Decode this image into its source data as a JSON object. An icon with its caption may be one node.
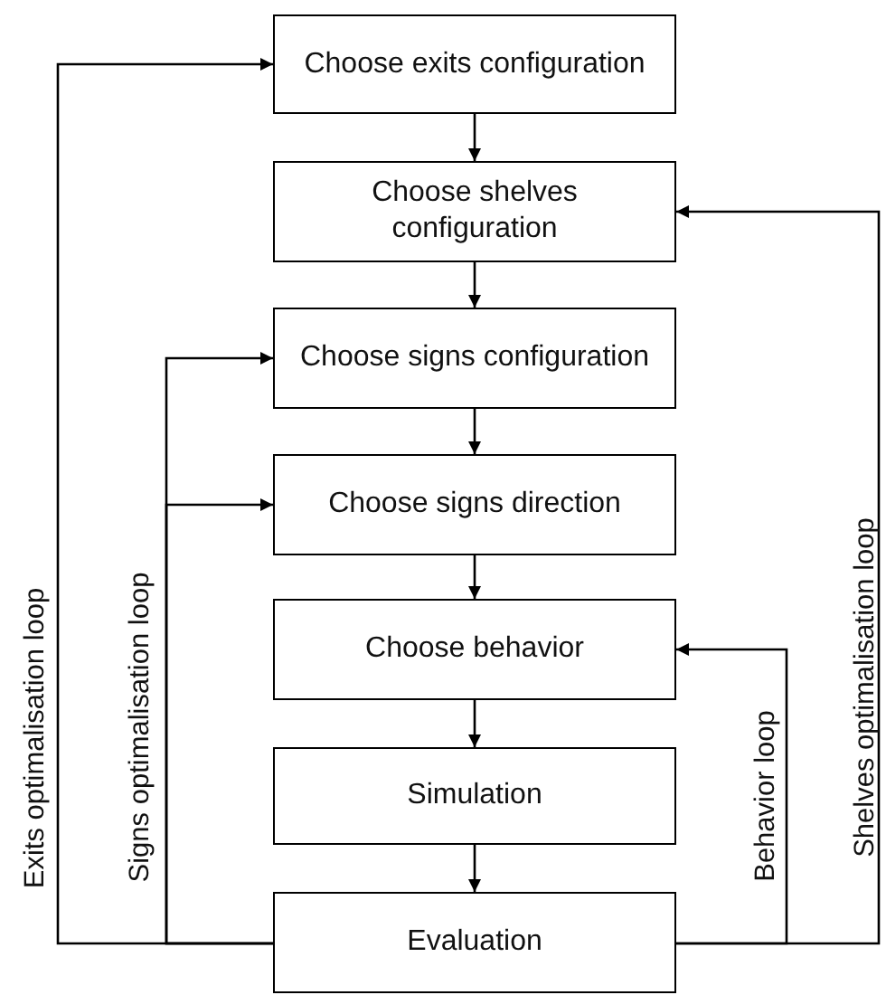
{
  "diagram": {
    "nodes": [
      {
        "text": [
          "Choose exits configuration"
        ]
      },
      {
        "text": [
          "Choose shelves configuration"
        ]
      },
      {
        "text": [
          "Choose signs configuration"
        ]
      },
      {
        "text": [
          "Choose signs direction"
        ]
      },
      {
        "text": [
          "Choose behavior"
        ]
      },
      {
        "text": [
          "Simulation"
        ]
      },
      {
        "text": [
          "Evaluation"
        ]
      }
    ],
    "edges": [
      {
        "from": 0,
        "to": 1,
        "arrow": "to"
      },
      {
        "from": 1,
        "to": 2,
        "arrow": "to"
      },
      {
        "from": 2,
        "to": 3,
        "arrow": "to"
      },
      {
        "from": 3,
        "to": 4,
        "arrow": "to"
      },
      {
        "from": 4,
        "to": 5,
        "arrow": "to"
      },
      {
        "from": 5,
        "to": 6,
        "arrow": "to"
      },
      {
        "from": 6,
        "to": 0,
        "arrow": "to",
        "label": "Exits optimalisation loop"
      },
      {
        "from": 6,
        "to": 2,
        "arrow": "to",
        "label": "Signs optimalisation loop"
      },
      {
        "from": 6,
        "to": 3,
        "arrow": "to"
      },
      {
        "from": 6,
        "to": 4,
        "arrow": "to",
        "label": "Behavior loop"
      },
      {
        "from": 6,
        "to": 1,
        "arrow": "to",
        "label": "Shelves optimalisation loop"
      }
    ]
  }
}
